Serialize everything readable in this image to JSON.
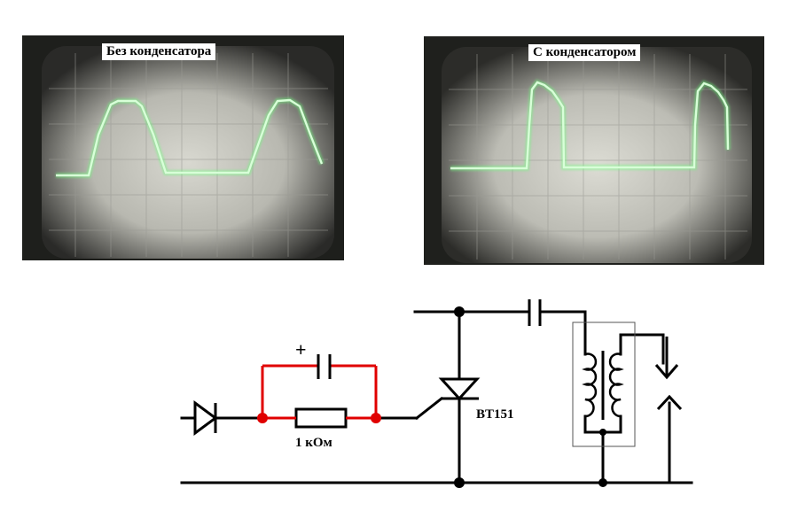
{
  "scopes": {
    "left": {
      "label": "Без конденсатора"
    },
    "right": {
      "label": "С конденсатором"
    }
  },
  "circuit": {
    "resistor_label": "1 кОм",
    "thyristor_label": "BT151",
    "capacitor_polarity": "+",
    "colors": {
      "wire": "#000000",
      "modification_wire": "#e00000",
      "trace": "#a8f5b0"
    }
  }
}
